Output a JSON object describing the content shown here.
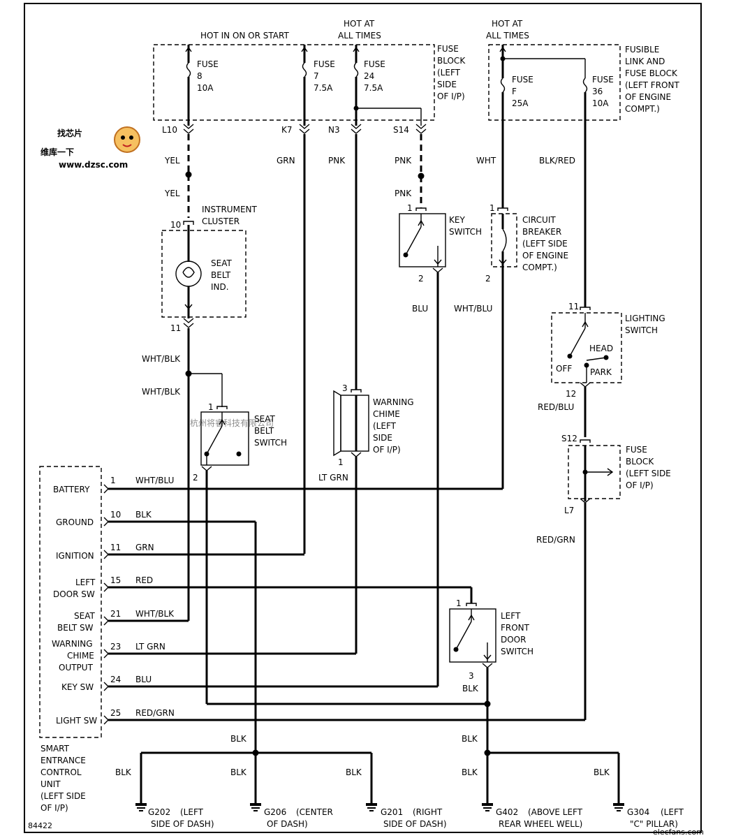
{
  "supply": {
    "hot_in_on": "HOT IN ON OR START",
    "hot_at_all_1": [
      "HOT AT",
      "ALL TIMES"
    ],
    "hot_at_all_2": [
      "HOT AT",
      "ALL TIMES"
    ]
  },
  "fuse_block_left": {
    "label": [
      "FUSE",
      "BLOCK",
      "(LEFT",
      "SIDE",
      "OF I/P)"
    ],
    "fuses": [
      {
        "lines": [
          "FUSE",
          "8",
          "10A"
        ]
      },
      {
        "lines": [
          "FUSE",
          "7",
          "7.5A"
        ]
      },
      {
        "lines": [
          "FUSE",
          "24",
          "7.5A"
        ]
      }
    ]
  },
  "fusible_block": {
    "label": [
      "FUSIBLE",
      "LINK AND",
      "FUSE BLOCK",
      "(LEFT FRONT",
      "OF ENGINE",
      "COMPT.)"
    ],
    "fuses": [
      {
        "lines": [
          "FUSE",
          "F",
          "25A"
        ]
      },
      {
        "lines": [
          "FUSE",
          "36",
          "10A"
        ]
      }
    ]
  },
  "connectors": {
    "l10": "L10",
    "k7": "K7",
    "n3": "N3",
    "s14": "S14",
    "s12": "S12",
    "l7": "L7"
  },
  "wires": {
    "yel": "YEL",
    "grn": "GRN",
    "pnk": "PNK",
    "wht": "WHT",
    "blk_red": "BLK/RED",
    "wht_blk": "WHT/BLK",
    "blu": "BLU",
    "wht_blu": "WHT/BLU",
    "red_blu": "RED/BLU",
    "lt_grn": "LT GRN",
    "red_grn": "RED/GRN",
    "blk": "BLK",
    "red": "RED"
  },
  "components": {
    "instrument_cluster": [
      "INSTRUMENT",
      "CLUSTER"
    ],
    "seat_belt_ind": [
      "SEAT",
      "BELT",
      "IND."
    ],
    "key_switch": [
      "KEY",
      "SWITCH"
    ],
    "circuit_breaker": [
      "CIRCUIT",
      "BREAKER",
      "(LEFT SIDE",
      "OF ENGINE",
      "COMPT.)"
    ],
    "lighting_switch": [
      "LIGHTING",
      "SWITCH"
    ],
    "head": "HEAD",
    "off": "OFF",
    "park": "PARK",
    "seat_belt_switch": [
      "SEAT",
      "BELT",
      "SWITCH"
    ],
    "warning_chime": [
      "WARNING",
      "CHIME",
      "(LEFT",
      "SIDE",
      "OF I/P)"
    ],
    "fuse_block_small": [
      "FUSE",
      "BLOCK",
      "(LEFT SIDE",
      "OF I/P)"
    ],
    "left_front_door_switch": [
      "LEFT",
      "FRONT",
      "DOOR",
      "SWITCH"
    ]
  },
  "pins": {
    "p10": "10",
    "p11": "11",
    "p1": "1",
    "p2": "2",
    "p3": "3",
    "p12": "12"
  },
  "control_unit": {
    "title": [
      "SMART",
      "ENTRANCE",
      "CONTROL",
      "UNIT",
      "(LEFT SIDE",
      "OF I/P)"
    ],
    "terminals": [
      {
        "name": [
          "BATTERY"
        ],
        "pin": "1",
        "color": "WHT/BLU"
      },
      {
        "name": [
          "GROUND"
        ],
        "pin": "10",
        "color": "BLK"
      },
      {
        "name": [
          "IGNITION"
        ],
        "pin": "11",
        "color": "GRN"
      },
      {
        "name": [
          "LEFT",
          "DOOR SW"
        ],
        "pin": "15",
        "color": "RED"
      },
      {
        "name": [
          "SEAT",
          "BELT SW"
        ],
        "pin": "21",
        "color": "WHT/BLK"
      },
      {
        "name": [
          "WARNING",
          "CHIME",
          "OUTPUT"
        ],
        "pin": "23",
        "color": "LT GRN"
      },
      {
        "name": [
          "KEY SW"
        ],
        "pin": "24",
        "color": "BLU"
      },
      {
        "name": [
          "LIGHT SW"
        ],
        "pin": "25",
        "color": "RED/GRN"
      }
    ]
  },
  "grounds": [
    {
      "id": "G202",
      "desc": [
        "(LEFT",
        "SIDE OF DASH)"
      ]
    },
    {
      "id": "G206",
      "desc": [
        "(CENTER",
        "OF DASH)"
      ]
    },
    {
      "id": "G201",
      "desc": [
        "(RIGHT",
        "SIDE OF DASH)"
      ]
    },
    {
      "id": "G402",
      "desc": [
        "(ABOVE LEFT",
        "REAR WHEEL WELL)"
      ]
    },
    {
      "id": "G304",
      "desc": [
        "(LEFT",
        "\"C\" PILLAR)"
      ]
    }
  ],
  "footer": {
    "code": "84422"
  },
  "watermark": "杭州将睿科技有限公司",
  "logo": {
    "top": "找芯片",
    "cn": "维库一下",
    "url": "www.dzsc.com"
  },
  "corner_logo": "elecfans.com"
}
